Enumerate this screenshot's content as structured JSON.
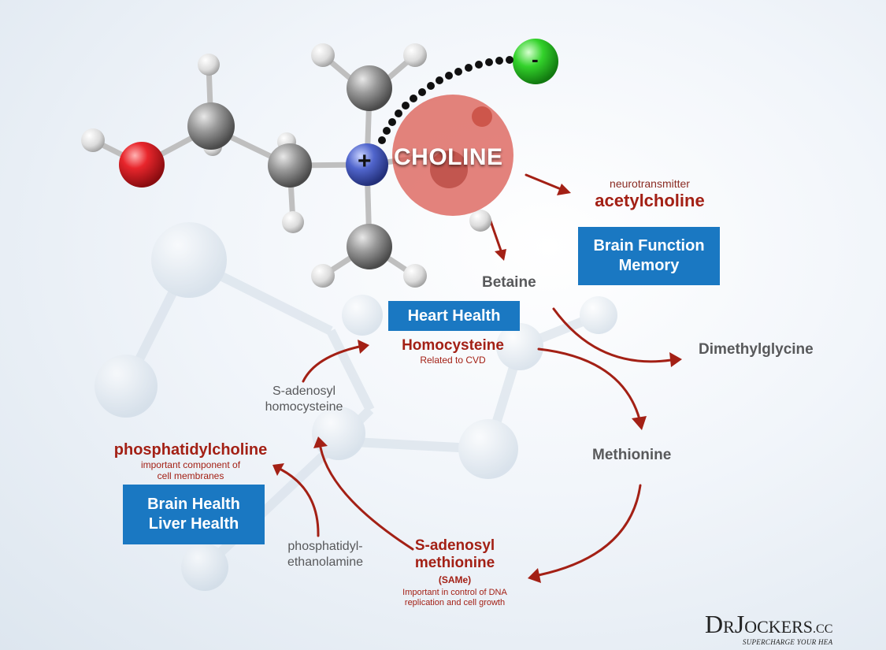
{
  "molecule": {
    "center_label": "CHOLINE",
    "plus_sign": "+",
    "minus_sign": "-"
  },
  "nodes": {
    "acetylcholine": {
      "caption": "neurotransmitter",
      "name": "acetylcholine"
    },
    "betaine": "Betaine",
    "dimethylglycine": "Dimethylglycine",
    "homocysteine": {
      "name": "Homocysteine",
      "note": "Related to CVD"
    },
    "methionine": "Methionine",
    "same": {
      "name_line1": "S-adenosyl",
      "name_line2": "methionine",
      "abbr": "(SAMe)",
      "note_line1": "Important in control of DNA",
      "note_line2": "replication and cell growth"
    },
    "sah": {
      "line1": "S-adenosyl",
      "line2": "homocysteine"
    },
    "phosphatidylcholine": {
      "name": "phosphatidylcholine",
      "note_line1": "important component of",
      "note_line2": "cell membranes"
    },
    "phosphatidylethanolamine": {
      "line1": "phosphatidyl-",
      "line2": "ethanolamine"
    }
  },
  "boxes": {
    "brain_function": {
      "line1": "Brain Function",
      "line2": "Memory"
    },
    "heart_health": {
      "line1": "Heart Health"
    },
    "brain_liver": {
      "line1": "Brain Health",
      "line2": "Liver Health"
    }
  },
  "logo": {
    "big_d": "D",
    "r": "R",
    "big_j": "J",
    "rest": "OCKERS",
    "tld": ".CC",
    "tagline": "SUPERCHARGE YOUR HEA"
  },
  "colors": {
    "arrow": "#a32015",
    "box": "#1a78c2",
    "oxygen": "#e41e26",
    "nitrogen": "#4a63c8",
    "carbon": "#7d7d7d",
    "anion": "#2ecc28",
    "highlight": "#d9534a"
  }
}
